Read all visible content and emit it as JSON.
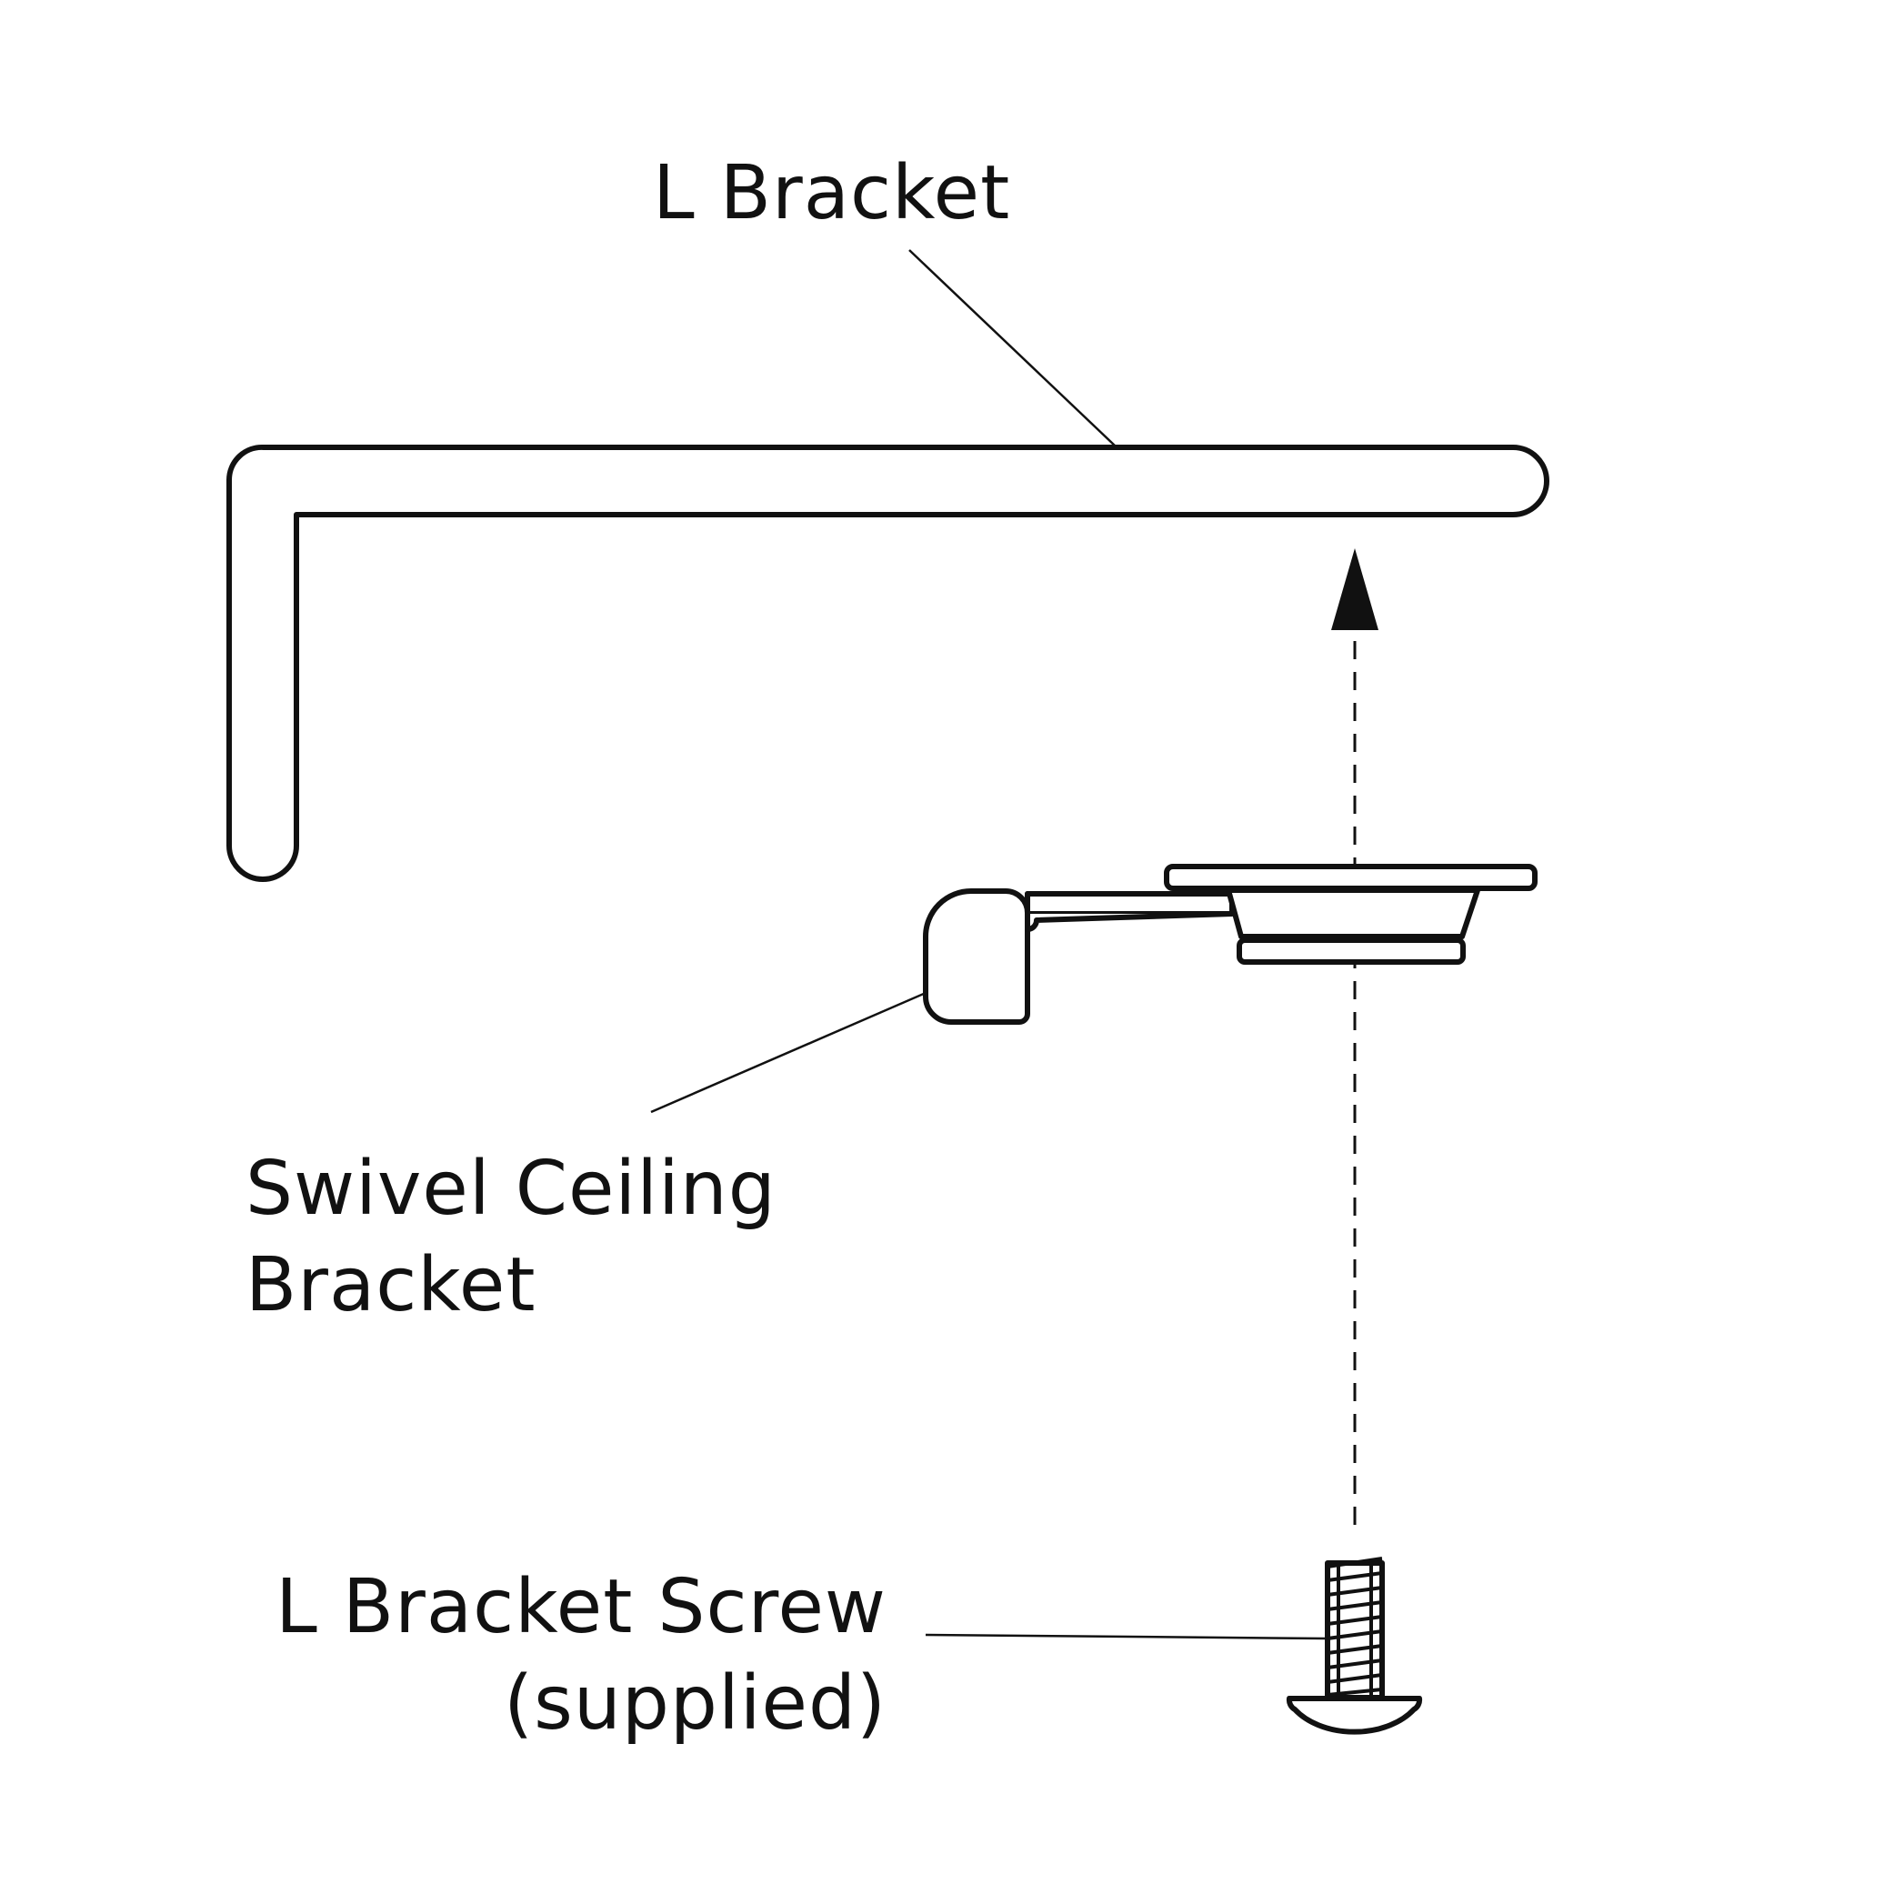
{
  "labels": {
    "l_bracket": "L Bracket",
    "swivel_line1": "Swivel Ceiling",
    "swivel_line2": "Bracket",
    "screw_line1": "L Bracket Screw",
    "screw_line2": "(supplied)"
  },
  "colors": {
    "line": "#111111",
    "background": "#ffffff"
  },
  "icons": [
    "l-bracket-part",
    "swivel-ceiling-bracket-part",
    "l-bracket-screw-part",
    "up-arrow-icon"
  ]
}
